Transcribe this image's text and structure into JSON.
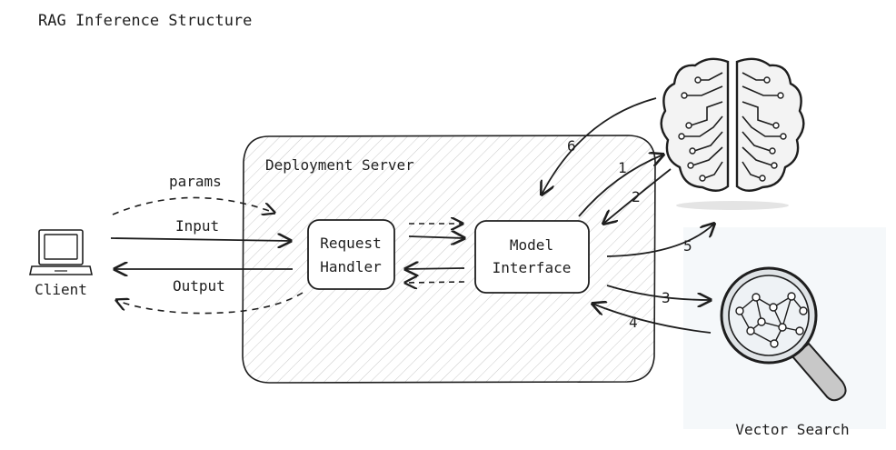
{
  "title": "RAG Inference Structure",
  "server": {
    "label": "Deployment Server"
  },
  "client": {
    "label": "Client",
    "icon": "laptop-icon"
  },
  "request_handler": {
    "line1": "Request",
    "line2": "Handler"
  },
  "model_interface": {
    "line1": "Model",
    "line2": "Interface"
  },
  "flows": {
    "params": "params",
    "input": "Input",
    "output": "Output"
  },
  "steps": {
    "s1": "1",
    "s2": "2",
    "s3": "3",
    "s4": "4",
    "s5": "5",
    "s6": "6"
  },
  "llm": {
    "icon": "brain-icon"
  },
  "vector_search": {
    "label": "Vector Search",
    "icon": "magnifier-icon"
  }
}
